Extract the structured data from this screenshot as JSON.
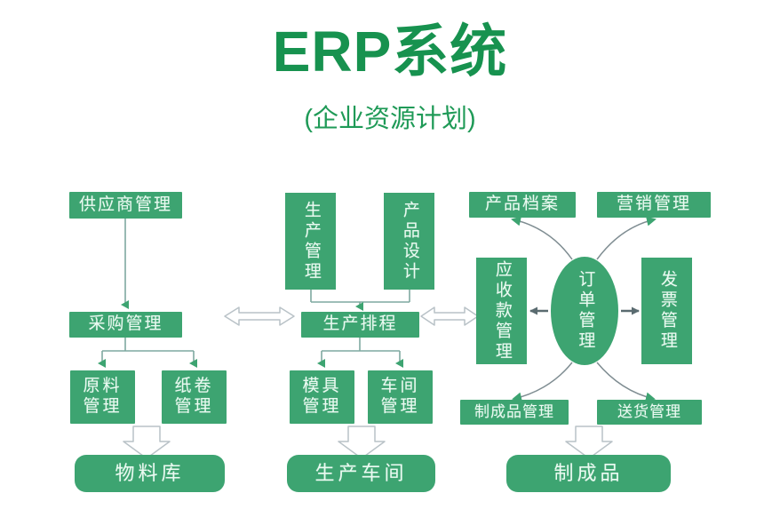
{
  "header": {
    "title": "ERP系统",
    "subtitle": "(企业资源计划)"
  },
  "theme": {
    "box_fill": "#3da471",
    "box_text": "#eafaf1",
    "title_color": "#17924f",
    "connector_color": "#3da471",
    "hollow_arrow_stroke": "#b9c2c7",
    "background": "#ffffff"
  },
  "nodes": {
    "supplier_mgmt": "供应商管理",
    "purchase_mgmt": "采购管理",
    "raw_material_mgmt": "原料\n管理",
    "paper_roll_mgmt": "纸卷\n管理",
    "material_warehouse": "物料库",
    "production_mgmt": "生产管理",
    "product_design": "产品设计",
    "production_schedule": "生产排程",
    "mold_mgmt": "模具\n管理",
    "workshop_mgmt": "车间\n管理",
    "production_workshop": "生产车间",
    "product_archive": "产品档案",
    "marketing_mgmt": "营销管理",
    "receivables_mgmt": "应收款管理",
    "order_mgmt": "订单管理",
    "invoice_mgmt": "发票管理",
    "finished_goods_mgmt": "制成品管理",
    "delivery_mgmt": "送货管理",
    "finished_goods": "制成品"
  }
}
